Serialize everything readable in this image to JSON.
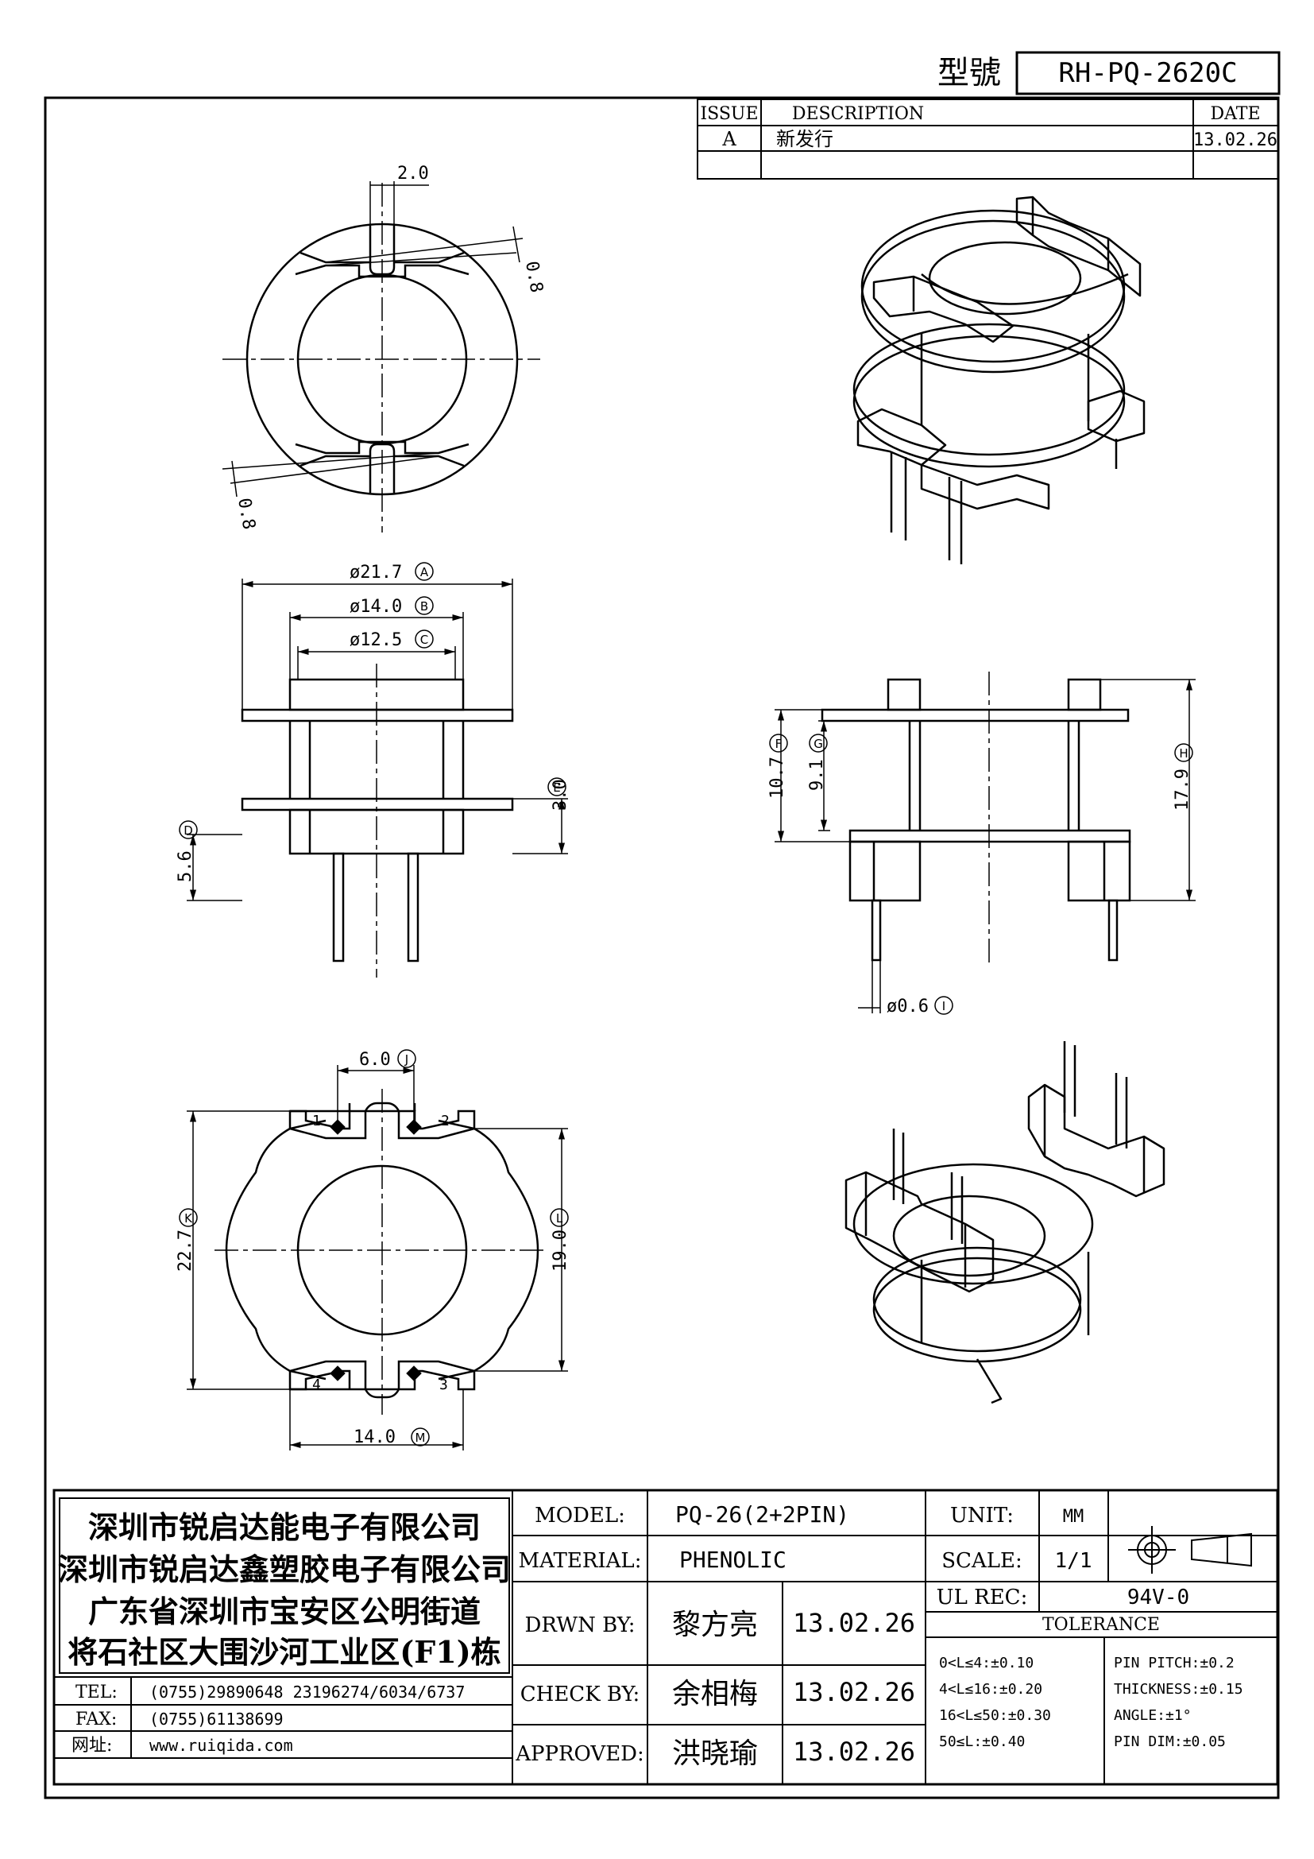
{
  "header": {
    "model_label": "型號",
    "model_number": "RH-PQ-2620C"
  },
  "revision": {
    "headers": [
      "ISSUE",
      "DESCRIPTION",
      "DATE"
    ],
    "rows": [
      {
        "issue": "A",
        "description": "新发行",
        "date": "13.02.26"
      }
    ]
  },
  "dimensions": {
    "top_slot_width": "2.0",
    "top_right_gap": "0.8",
    "bottom_left_gap": "0.8",
    "dia_a": "ø21.7",
    "dia_b": "ø14.0",
    "dia_c": "ø12.5",
    "dim_d": "5.6",
    "dim_e": "3.0",
    "dim_f": "10.7",
    "dim_g": "9.1",
    "dim_h": "17.9",
    "dim_i": "ø0.6",
    "dim_j": "6.0",
    "dim_k": "22.7",
    "dim_l": "19.0",
    "dim_m": "14.0"
  },
  "callouts": {
    "a": "A",
    "b": "B",
    "c": "C",
    "d": "D",
    "e": "E",
    "f": "F",
    "g": "G",
    "h": "H",
    "i": "I",
    "j": "J",
    "k": "K",
    "l": "L",
    "m": "M"
  },
  "pins": [
    "1",
    "2",
    "3",
    "4"
  ],
  "company": {
    "line1": "深圳市锐启达能电子有限公司",
    "line2": "深圳市锐启达鑫塑胶电子有限公司",
    "line3": "广东省深圳市宝安区公明街道",
    "line4": "将石社区大围沙河工业区(F1)栋"
  },
  "contact": {
    "tel_label": "TEL:",
    "tel_value": "(0755)29890648  23196274/6034/6737",
    "fax_label": "FAX:",
    "fax_value": "(0755)61138699",
    "web_label": "网址:",
    "web_value": "www.ruiqida.com"
  },
  "spec": {
    "model_label": "MODEL:",
    "model_value": "PQ-26(2+2PIN)",
    "material_label": "MATERIAL:",
    "material_value": "PHENOLIC",
    "drawn_label": "DRWN BY:",
    "drawn_name": "黎方亮",
    "drawn_date": "13.02.26",
    "check_label": "CHECK BY:",
    "check_name": "余相梅",
    "check_date": "13.02.26",
    "approved_label": "APPROVED:",
    "approved_name": "洪晓瑜",
    "approved_date": "13.02.26",
    "unit_label": "UNIT:",
    "unit_value": "MM",
    "scale_label": "SCALE:",
    "scale_value": "1/1",
    "ul_label": "UL REC:",
    "ul_value": "94V-0"
  },
  "tolerance": {
    "title": "TOLERANCE",
    "left": [
      "0<L≤4:±0.10",
      "4<L≤16:±0.20",
      "16<L≤50:±0.30",
      "50≤L:±0.40"
    ],
    "right": [
      "PIN PITCH:±0.2",
      "THICKNESS:±0.15",
      "ANGLE:±1°",
      "PIN DIM:±0.05"
    ]
  }
}
